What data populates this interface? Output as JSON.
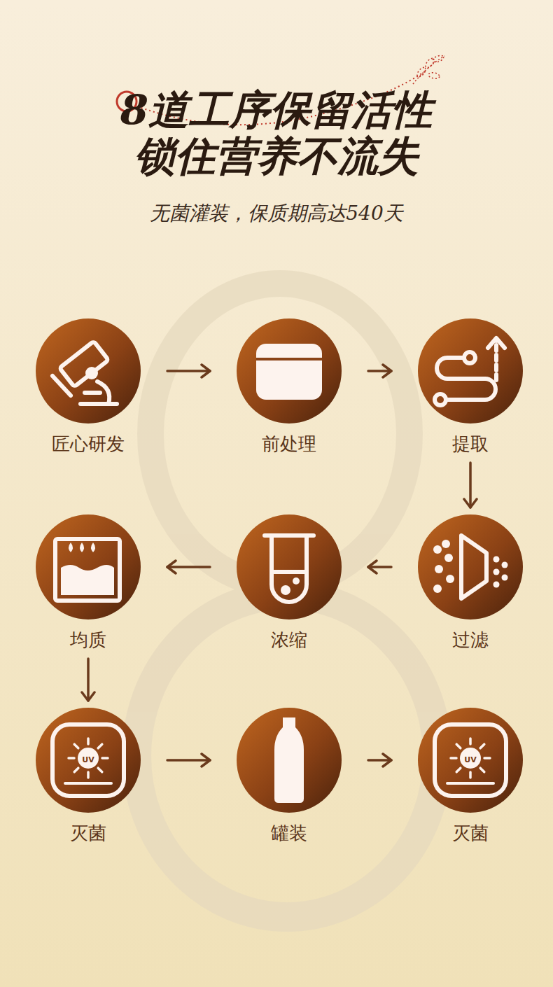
{
  "diagram": {
    "title": "8道工序保留活性 锁住营养不流失",
    "caption": "无菌灌装，保质期高达540天",
    "nodes": [
      {
        "text": [
          "匠心研发"
        ]
      },
      {
        "text": [
          "前处理"
        ]
      },
      {
        "text": [
          "提取"
        ]
      },
      {
        "text": [
          "过滤"
        ]
      },
      {
        "text": [
          "浓缩"
        ]
      },
      {
        "text": [
          "均质"
        ]
      },
      {
        "text": [
          "灭菌"
        ]
      },
      {
        "text": [
          "罐装"
        ]
      },
      {
        "text": [
          "灭菌"
        ]
      }
    ],
    "edges": [
      {
        "from": 0,
        "to": 1,
        "arrow": "to"
      },
      {
        "from": 1,
        "to": 2,
        "arrow": "to"
      },
      {
        "from": 2,
        "to": 3,
        "arrow": "to"
      },
      {
        "from": 3,
        "to": 4,
        "arrow": "to"
      },
      {
        "from": 4,
        "to": 5,
        "arrow": "to"
      },
      {
        "from": 5,
        "to": 6,
        "arrow": "to"
      },
      {
        "from": 6,
        "to": 7,
        "arrow": "to"
      },
      {
        "from": 7,
        "to": 8,
        "arrow": "to"
      }
    ],
    "labels": [
      "UV",
      "UV"
    ]
  }
}
